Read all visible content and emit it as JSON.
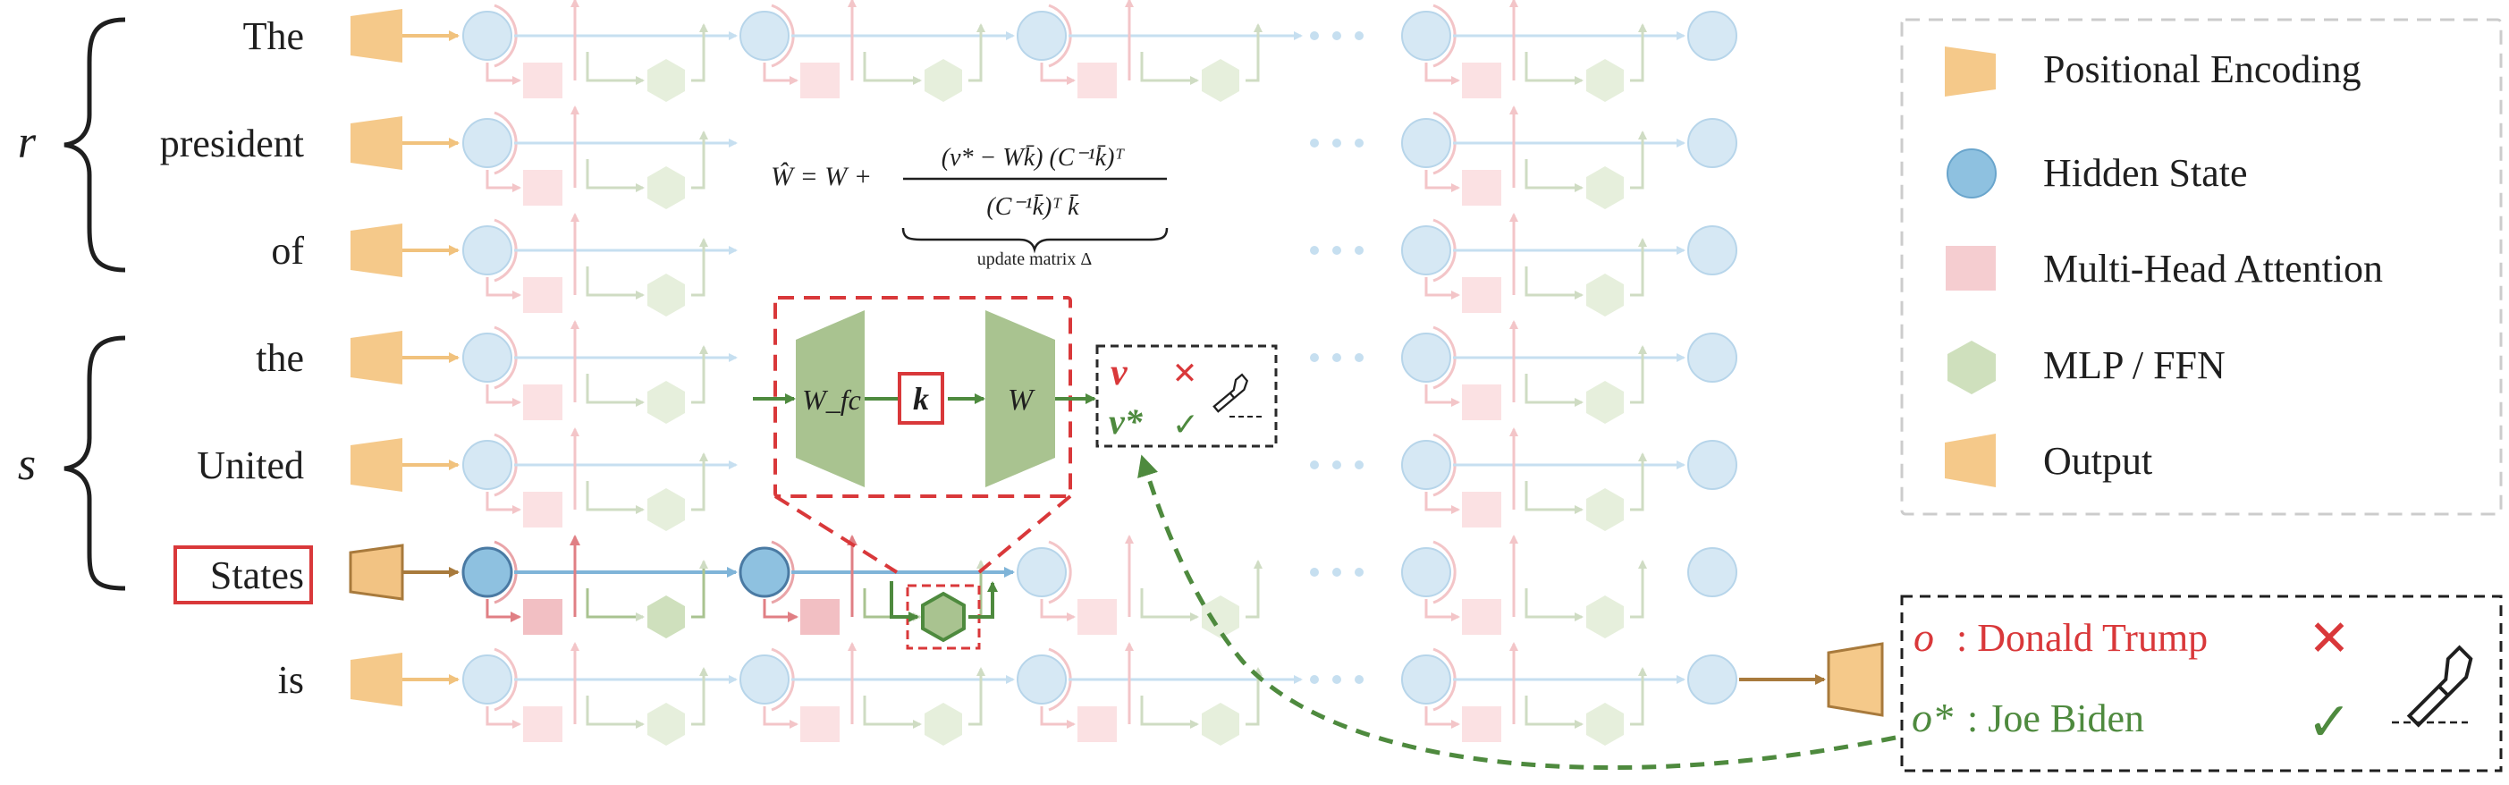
{
  "groups": {
    "r": "r",
    "s": "s"
  },
  "tokens": [
    "The",
    "president",
    "of",
    "the",
    "United",
    "States",
    "is"
  ],
  "highlighted_token": "States",
  "legend": {
    "positional_encoding": "Positional Encoding",
    "hidden_state": "Hidden State",
    "attention": "Multi-Head Attention",
    "mlp": "MLP / FFN",
    "output": "Output"
  },
  "formula": {
    "lhs": "Ŵ = W +",
    "numerator": "(v* − Wk̄) (C⁻¹k̄)ᵀ",
    "denominator": "(C⁻¹k̄)ᵀ k̄",
    "brace_label": "update matrix Δ"
  },
  "mlp_zoom": {
    "w_fc": "W_fc",
    "key": "k",
    "w": "W",
    "old_value": "v",
    "new_value": "v*",
    "wrong_mark": "✕",
    "right_mark": "✓"
  },
  "prediction": {
    "old_symbol": "o",
    "old_text": ": Donald Trump",
    "new_symbol": "o*",
    "new_text": ": Joe Biden",
    "wrong_mark": "✕",
    "right_mark": "✓"
  },
  "colors": {
    "orange": "#f5c98a",
    "output_brown": "#b58645",
    "blue_fill": "#d6e8f4",
    "blue_dark": "#8ec1e0",
    "pink": "#f5cdd0",
    "red": "#d9383a",
    "green": "#4e8a3e",
    "green_fill": "#a9c390"
  },
  "icons": [
    "scalpel-icon",
    "cross-icon",
    "check-icon"
  ]
}
